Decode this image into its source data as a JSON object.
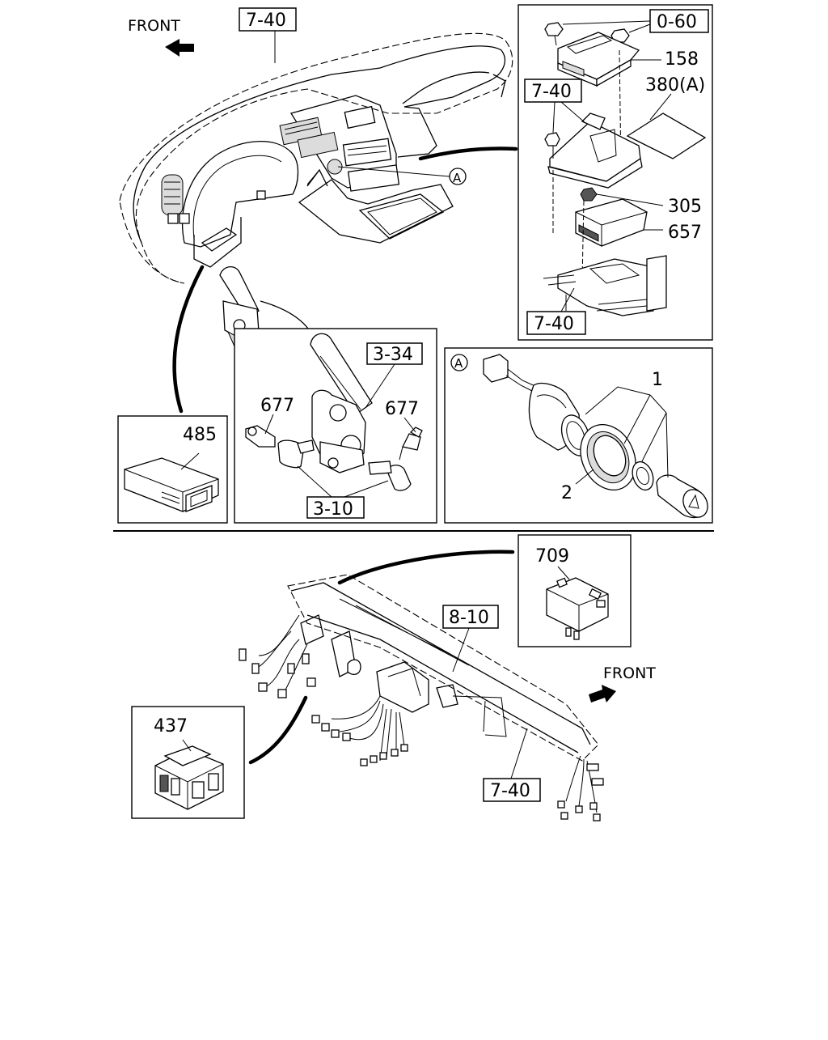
{
  "labels": {
    "front_top": "FRONT",
    "front_bottom": "FRONT",
    "ref_7_40_dash": "7-40",
    "ref_0_60": "0-60",
    "ref_7_40_bracket": "7-40",
    "ref_7_40_lower_bracket": "7-40",
    "ref_3_34": "3-34",
    "ref_3_10": "3-10",
    "ref_8_10": "8-10",
    "ref_7_40_harness": "7-40",
    "part_158": "158",
    "part_380a": "380(A)",
    "part_305": "305",
    "part_657": "657",
    "part_485": "485",
    "part_677_left": "677",
    "part_677_right": "677",
    "part_1": "1",
    "part_2": "2",
    "part_709": "709",
    "part_437": "437",
    "view_a_marker": "A",
    "view_a_detail": "A"
  }
}
